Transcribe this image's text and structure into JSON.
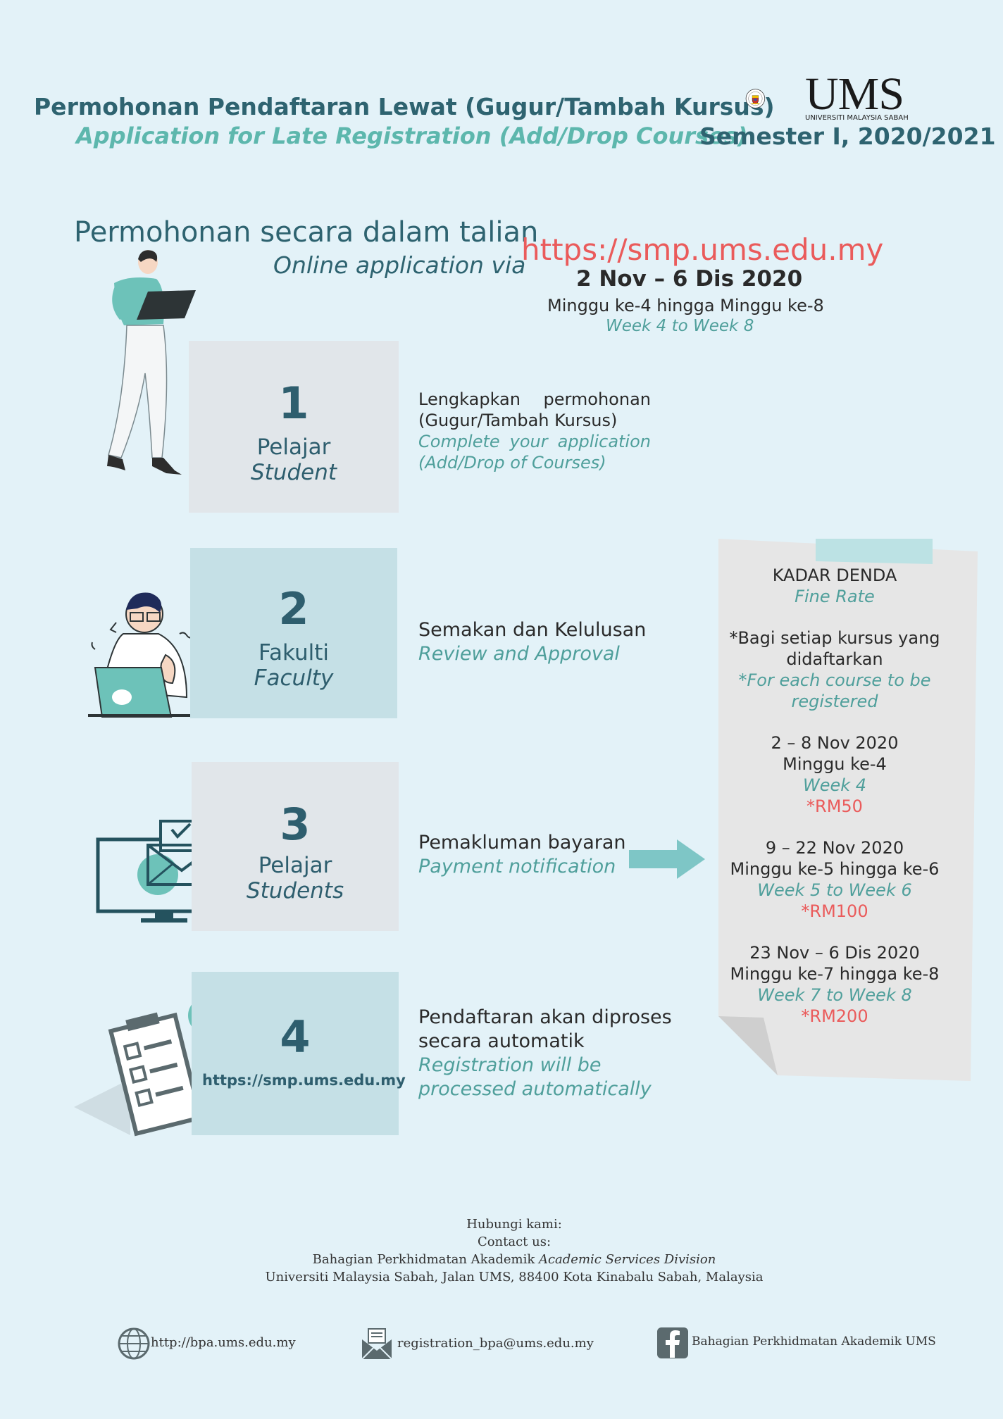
{
  "header": {
    "title_my": "Permohonan Pendaftaran Lewat (Gugur/Tambah Kursus)",
    "title_en": "Application for Late Registration (Add/Drop Courses)",
    "semester": "Semester I, 2020/2021",
    "logo_text": "UMS",
    "logo_sub": "UNIVERSITI MALAYSIA SABAH"
  },
  "online": {
    "label_my": "Permohonan secara dalam talian",
    "label_en": "Online application via",
    "url": "https://smp.ums.edu.my",
    "date": "2 Nov – 6 Dis 2020",
    "week_my": "Minggu ke-4 hingga Minggu ke-8",
    "week_en": "Week 4 to Week 8"
  },
  "steps": [
    {
      "num": "1",
      "role": "Pelajar",
      "role_en": "Student",
      "desc_my": "Lengkapkan permohonan (Gugur/Tambah Kursus)",
      "desc_en": "Complete your application (Add/Drop of Courses)"
    },
    {
      "num": "2",
      "role": "Fakulti",
      "role_en": "Faculty",
      "desc_my": "Semakan dan Kelulusan",
      "desc_en": "Review and Approval"
    },
    {
      "num": "3",
      "role": "Pelajar",
      "role_en": "Students",
      "desc_my": "Pemakluman bayaran",
      "desc_en": "Payment notification"
    },
    {
      "num": "4",
      "role": "https://smp.ums.edu.my",
      "desc_my": "Pendaftaran akan diproses secara automatik",
      "desc_en": "Registration will be processed automatically"
    }
  ],
  "fine": {
    "title_my": "KADAR DENDA",
    "title_en": "Fine Rate",
    "note_my": "*Bagi setiap kursus yang didaftarkan",
    "note_en": "*For each course to be registered",
    "rates": [
      {
        "date": "2 – 8 Nov 2020",
        "week_my": "Minggu ke-4",
        "week_en": "Week 4",
        "amount": "*RM50"
      },
      {
        "date": "9 – 22 Nov 2020",
        "week_my": "Minggu ke-5 hingga ke-6",
        "week_en": "Week 5 to Week 6",
        "amount": "*RM100"
      },
      {
        "date": "23 Nov – 6 Dis 2020",
        "week_my": "Minggu ke-7 hingga ke-8",
        "week_en": "Week 7 to Week 8",
        "amount": "*RM200"
      }
    ]
  },
  "footer": {
    "contact_my": "Hubungi kami:",
    "contact_en": "Contact us:",
    "division_my": "Bahagian Perkhidmatan Akademik",
    "division_en": "Academic Services Division",
    "address": "Universiti Malaysia Sabah, Jalan UMS, 88400 Kota Kinabalu Sabah, Malaysia",
    "website": "http://bpa.ums.edu.my",
    "email": "registration_bpa@ums.edu.my",
    "facebook": "Bahagian Perkhidmatan Akademik UMS"
  },
  "colors": {
    "background": "#e3f2f8",
    "teal": "#4f9f9b",
    "dark_teal": "#2e6370",
    "red": "#ea5b5b",
    "box_grey": "#e1e6ea",
    "box_teal": "#c5e0e6"
  }
}
